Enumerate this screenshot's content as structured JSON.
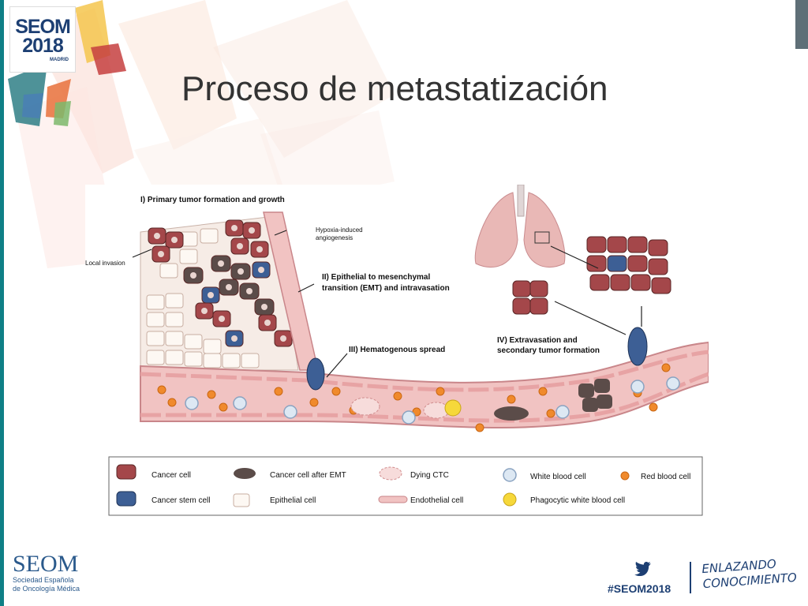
{
  "logo": {
    "name": "SEOM",
    "year": "2018",
    "city": "MADRID"
  },
  "slide": {
    "title": "Proceso de metastatización"
  },
  "figure": {
    "step1": "I) Primary tumor formation and growth",
    "local_invasion": "Local invasion",
    "hypoxia_line1": "Hypoxia-induced",
    "hypoxia_line2": "angiogenesis",
    "step2_line1": "II) Epithelial to mesenchymal",
    "step2_line2": "transition (EMT) and intravasation",
    "step3": "III) Hematogenous spread",
    "step4_line1": "IV) Extravasation and",
    "step4_line2": "secondary tumor formation"
  },
  "legend": [
    {
      "label": "Cancer cell"
    },
    {
      "label": "Cancer cell after EMT"
    },
    {
      "label": "Dying CTC"
    },
    {
      "label": "White blood cell"
    },
    {
      "label": "Red blood cell"
    },
    {
      "label": "Cancer stem cell"
    },
    {
      "label": "Epithelial cell"
    },
    {
      "label": "Endothelial cell"
    },
    {
      "label": "Phagocytic white blood cell"
    }
  ],
  "colors": {
    "cancer_cell": "#a4474a",
    "cancer_stem_cell": "#3d5f95",
    "emt_cell": "#5b4c49",
    "vessel": "#f1c3c2",
    "red_blood_cell": "#f08a2c",
    "epithelial": "#f6ece6",
    "accent_teal": "#0f7f86",
    "brand_blue": "#1d3f73"
  },
  "footer": {
    "seom": "SEOM",
    "society_line1": "Sociedad Española",
    "society_line2": "de Oncología Médica",
    "hashtag": "#SEOM2018",
    "slogan_line1": "ENLAZANDO",
    "slogan_line2": "CONOCIMIENTO"
  }
}
